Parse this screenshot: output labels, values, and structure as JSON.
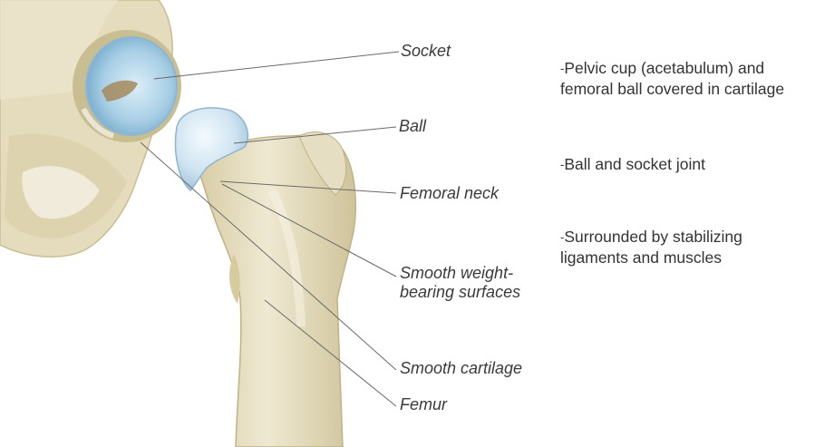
{
  "labels": {
    "socket": "Socket",
    "ball": "Ball",
    "femoral_neck": "Femoral neck",
    "smooth_weight_line1": "Smooth weight-",
    "smooth_weight_line2": "bearing surfaces",
    "smooth_cartilage": "Smooth cartilage",
    "femur": "Femur"
  },
  "bullets": [
    {
      "marker": "-",
      "text": "Pelvic cup (acetabulum) and femoral ball covered in cartilage"
    },
    {
      "marker": "-",
      "text": "Ball and socket joint"
    },
    {
      "marker": "-",
      "text": "Surrounded by stabilizing ligaments and muscles"
    }
  ],
  "colors": {
    "bone": "#e9e2c6",
    "bone_shadow": "#c8bd95",
    "cartilage": "#bcd8ea",
    "cartilage_highlight": "#e6f2fa",
    "leader_line": "#6a6a6a",
    "text": "#333333"
  }
}
